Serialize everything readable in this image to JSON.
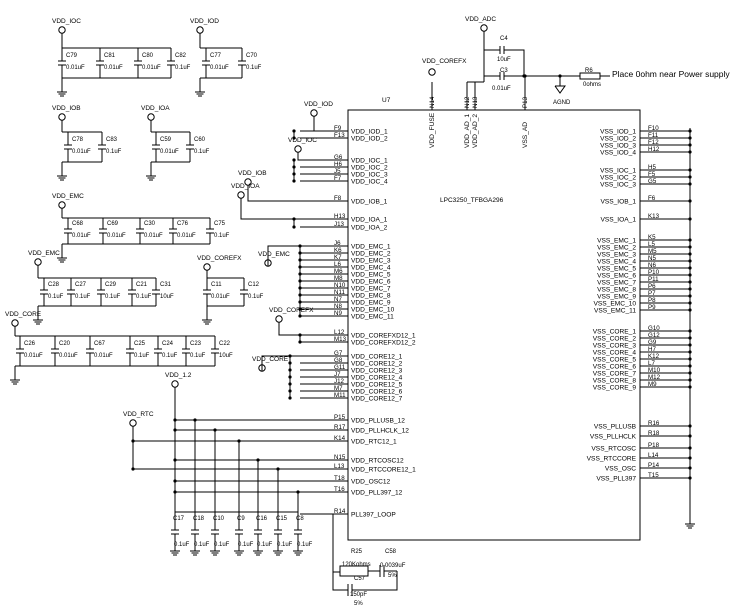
{
  "chip": {
    "ref": "U7",
    "part": "LPC3250_TFBGA296"
  },
  "note": "Place 0ohm near Power supply",
  "r6": {
    "ref": "R6",
    "value": "0ohms"
  },
  "agnd": "AGND",
  "adc_label": "VDD_ADC",
  "c4": {
    "ref": "C4",
    "value": "10uF"
  },
  "c3": {
    "ref": "C3",
    "value": "0.01uF"
  },
  "top_pins": [
    {
      "num": "N14",
      "name": "VDD_FUSE"
    },
    {
      "num": "N12",
      "name": "VDD_AD_1"
    },
    {
      "num": "N13",
      "name": "VDD_AD_2"
    },
    {
      "num": "P13",
      "name": "VSS_AD"
    }
  ],
  "top_corefx": "VDD_COREFX",
  "left_pins": [
    {
      "num": "F9",
      "name": "VDD_IOD_1"
    },
    {
      "num": "F13",
      "name": "VDD_IOD_2"
    },
    {
      "num": "G6",
      "name": "VDD_IOC_1"
    },
    {
      "num": "H6",
      "name": "VDD_IOC_2"
    },
    {
      "num": "J5",
      "name": "VDD_IOC_3"
    },
    {
      "num": "F7",
      "name": "VDD_IOC_4"
    },
    {
      "num": "F8",
      "name": "VDD_IOB_1"
    },
    {
      "num": "H13",
      "name": "VDD_IOA_1"
    },
    {
      "num": "J13",
      "name": "VDD_IOA_2"
    },
    {
      "num": "J6",
      "name": "VDD_EMC_1"
    },
    {
      "num": "K6",
      "name": "VDD_EMC_2"
    },
    {
      "num": "K7",
      "name": "VDD_EMC_3"
    },
    {
      "num": "L6",
      "name": "VDD_EMC_4"
    },
    {
      "num": "M6",
      "name": "VDD_EMC_5"
    },
    {
      "num": "M8",
      "name": "VDD_EMC_6"
    },
    {
      "num": "N10",
      "name": "VDD_EMC_7"
    },
    {
      "num": "N11",
      "name": "VDD_EMC_8"
    },
    {
      "num": "N7",
      "name": "VDD_EMC_9"
    },
    {
      "num": "N8",
      "name": "VDD_EMC_10"
    },
    {
      "num": "N9",
      "name": "VDD_EMC_11"
    },
    {
      "num": "L12",
      "name": "VDD_COREFXD12_1"
    },
    {
      "num": "M13",
      "name": "VDD_COREFXD12_2"
    },
    {
      "num": "G7",
      "name": "VDD_CORE12_1"
    },
    {
      "num": "G8",
      "name": "VDD_CORE12_2"
    },
    {
      "num": "G11",
      "name": "VDD_CORE12_3"
    },
    {
      "num": "J7",
      "name": "VDD_CORE12_4"
    },
    {
      "num": "J12",
      "name": "VDD_CORE12_5"
    },
    {
      "num": "M7",
      "name": "VDD_CORE12_6"
    },
    {
      "num": "M11",
      "name": "VDD_CORE12_7"
    },
    {
      "num": "P15",
      "name": "VDD_PLLUSB_12"
    },
    {
      "num": "R17",
      "name": "VDD_PLLHCLK_12"
    },
    {
      "num": "K14",
      "name": "VDD_RTC12_1"
    },
    {
      "num": "N15",
      "name": "VDD_RTCOSC12"
    },
    {
      "num": "L13",
      "name": "VDD_RTCCORE12_1"
    },
    {
      "num": "T18",
      "name": "VDD_OSC12"
    },
    {
      "num": "T16",
      "name": "VDD_PLL397_12"
    },
    {
      "num": "R14",
      "name": "PLL397_LOOP"
    }
  ],
  "right_pins": [
    {
      "num": "F10",
      "name": "VSS_IOD_1"
    },
    {
      "num": "F11",
      "name": "VSS_IOD_2"
    },
    {
      "num": "F12",
      "name": "VSS_IOD_3"
    },
    {
      "num": "H12",
      "name": "VSS_IOD_4"
    },
    {
      "num": "H5",
      "name": "VSS_IOC_1"
    },
    {
      "num": "F5",
      "name": "VSS_IOC_2"
    },
    {
      "num": "G5",
      "name": "VSS_IOC_3"
    },
    {
      "num": "F6",
      "name": "VSS_IOB_1"
    },
    {
      "num": "K13",
      "name": "VSS_IOA_1"
    },
    {
      "num": "K5",
      "name": "VSS_EMC_1"
    },
    {
      "num": "L5",
      "name": "VSS_EMC_2"
    },
    {
      "num": "M5",
      "name": "VSS_EMC_3"
    },
    {
      "num": "N5",
      "name": "VSS_EMC_4"
    },
    {
      "num": "N6",
      "name": "VSS_EMC_5"
    },
    {
      "num": "P10",
      "name": "VSS_EMC_6"
    },
    {
      "num": "P11",
      "name": "VSS_EMC_7"
    },
    {
      "num": "P6",
      "name": "VSS_EMC_8"
    },
    {
      "num": "P7",
      "name": "VSS_EMC_9"
    },
    {
      "num": "P8",
      "name": "VSS_EMC_10"
    },
    {
      "num": "P9",
      "name": "VSS_EMC_11"
    },
    {
      "num": "G10",
      "name": "VSS_CORE_1"
    },
    {
      "num": "G12",
      "name": "VSS_CORE_2"
    },
    {
      "num": "G9",
      "name": "VSS_CORE_3"
    },
    {
      "num": "H7",
      "name": "VSS_CORE_4"
    },
    {
      "num": "K12",
      "name": "VSS_CORE_5"
    },
    {
      "num": "L7",
      "name": "VSS_CORE_6"
    },
    {
      "num": "M10",
      "name": "VSS_CORE_7"
    },
    {
      "num": "M12",
      "name": "VSS_CORE_8"
    },
    {
      "num": "M9",
      "name": "VSS_CORE_9"
    },
    {
      "num": "R16",
      "name": "VSS_PLLUSB"
    },
    {
      "num": "R18",
      "name": "VSS_PLLHCLK"
    },
    {
      "num": "P18",
      "name": "VSS_RTCOSC"
    },
    {
      "num": "L14",
      "name": "VSS_RTCCORE"
    },
    {
      "num": "P14",
      "name": "VSS_OSC"
    },
    {
      "num": "T15",
      "name": "VSS_PLL397"
    }
  ],
  "rails": [
    {
      "name": "VDD_IOC"
    },
    {
      "name": "VDD_IOD"
    },
    {
      "name": "VDD_IOB"
    },
    {
      "name": "VDD_IOA"
    },
    {
      "name": "VDD_EMC"
    },
    {
      "name": "VDD_EMC"
    },
    {
      "name": "VDD_COREFX"
    },
    {
      "name": "VDD_CORE"
    },
    {
      "name": "VDD_1.2"
    },
    {
      "name": "VDD_RTC"
    }
  ],
  "bus_labels": [
    {
      "name": "VDD_IOD"
    },
    {
      "name": "VDD_IOC"
    },
    {
      "name": "VDD_IOB"
    },
    {
      "name": "VDD_IOA"
    },
    {
      "name": "VDD_EMC"
    },
    {
      "name": "VDD_COREFX"
    },
    {
      "name": "VDD_CORE"
    }
  ],
  "caps": [
    {
      "ref": "C79",
      "value": "0.01uF"
    },
    {
      "ref": "C81",
      "value": "0.01uF"
    },
    {
      "ref": "C80",
      "value": "0.01uF"
    },
    {
      "ref": "C82",
      "value": "0.1uF"
    },
    {
      "ref": "C77",
      "value": "0.01uF"
    },
    {
      "ref": "C70",
      "value": "0.1uF"
    },
    {
      "ref": "C78",
      "value": "0.01uF"
    },
    {
      "ref": "C83",
      "value": "0.1uF"
    },
    {
      "ref": "C59",
      "value": "0.01uF"
    },
    {
      "ref": "C60",
      "value": "0.1uF"
    },
    {
      "ref": "C68",
      "value": "0.01uF"
    },
    {
      "ref": "C69",
      "value": "0.01uF"
    },
    {
      "ref": "C30",
      "value": "0.01uF"
    },
    {
      "ref": "C76",
      "value": "0.01uF"
    },
    {
      "ref": "C75",
      "value": "0.1uF"
    },
    {
      "ref": "C28",
      "value": "0.1uF"
    },
    {
      "ref": "C27",
      "value": "0.1uF"
    },
    {
      "ref": "C29",
      "value": "0.1uF"
    },
    {
      "ref": "C21",
      "value": "0.1uF"
    },
    {
      "ref": "C31",
      "value": "10uF"
    },
    {
      "ref": "C11",
      "value": "0.01uF"
    },
    {
      "ref": "C12",
      "value": "0.1uF"
    },
    {
      "ref": "C26",
      "value": "0.01uF"
    },
    {
      "ref": "C20",
      "value": "0.01uF"
    },
    {
      "ref": "C67",
      "value": "0.01uF"
    },
    {
      "ref": "C25",
      "value": "0.1uF"
    },
    {
      "ref": "C24",
      "value": "0.1uF"
    },
    {
      "ref": "C23",
      "value": "0.1uF"
    },
    {
      "ref": "C22",
      "value": "10uF"
    },
    {
      "ref": "C17",
      "value": "0.1uF"
    },
    {
      "ref": "C18",
      "value": "0.1uF"
    },
    {
      "ref": "C10",
      "value": "0.1uF"
    },
    {
      "ref": "C9",
      "value": "0.1uF"
    },
    {
      "ref": "C16",
      "value": "0.1uF"
    },
    {
      "ref": "C15",
      "value": "0.1uF"
    },
    {
      "ref": "C8",
      "value": "0.1uF"
    }
  ],
  "loop": {
    "r25": {
      "ref": "R25",
      "value": "120Kohms"
    },
    "c58": {
      "ref": "C58",
      "value": "0.0039uF",
      "tol": "5%"
    },
    "c57": {
      "ref": "C57",
      "value": "150pF",
      "tol": "5%"
    }
  }
}
